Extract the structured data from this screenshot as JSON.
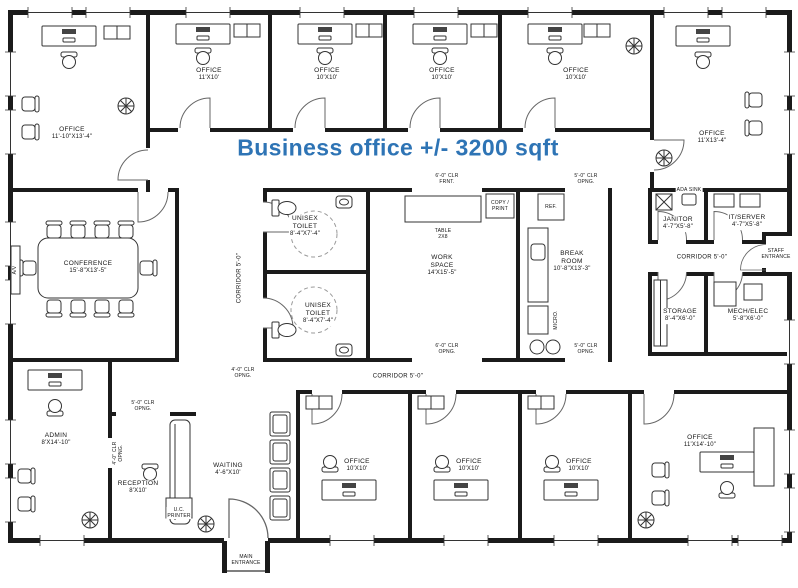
{
  "title": "Business office +/- 3200 sqft",
  "rooms": {
    "office_top_left": {
      "name": "OFFICE",
      "dims": "11'-10\"X13'-4\""
    },
    "office_top_1": {
      "name": "OFFICE",
      "dims": "11'X10'"
    },
    "office_top_2": {
      "name": "OFFICE",
      "dims": "10'X10'"
    },
    "office_top_3": {
      "name": "OFFICE",
      "dims": "10'X10'"
    },
    "office_top_4": {
      "name": "OFFICE",
      "dims": "10'X10'"
    },
    "office_top_right": {
      "name": "OFFICE",
      "dims": "11'X13'-4\""
    },
    "conference": {
      "name": "CONFERENCE",
      "dims": "15'-8\"X13'-5\""
    },
    "toilet_upper": {
      "name": "UNISEX\nTOILET",
      "dims": "8'-4\"X7'-4\""
    },
    "toilet_lower": {
      "name": "UNISEX\nTOILET",
      "dims": "8'-4\"X7'-4\""
    },
    "workspace": {
      "name": "WORK\nSPACE",
      "dims": "14'X15'-5\""
    },
    "breakroom": {
      "name": "BREAK\nROOM",
      "dims": "10'-8\"X13'-3\""
    },
    "janitor": {
      "name": "JANITOR",
      "dims": "4'-7\"X5'-8\""
    },
    "it_server": {
      "name": "IT/SERVER",
      "dims": "4'-7\"X5'-8\""
    },
    "storage": {
      "name": "STORAGE",
      "dims": "8'-4\"X6'-0\""
    },
    "mech_elec": {
      "name": "MECH/ELEC",
      "dims": "5'-8\"X6'-0\""
    },
    "admin": {
      "name": "ADMIN",
      "dims": "8'X14'-10\""
    },
    "reception": {
      "name": "RECEPTION",
      "dims": "8'X10'"
    },
    "waiting": {
      "name": "WAITING",
      "dims": "4'-6\"X10'"
    },
    "office_bottom_1": {
      "name": "OFFICE",
      "dims": "10'X10'"
    },
    "office_bottom_2": {
      "name": "OFFICE",
      "dims": "10'X10'"
    },
    "office_bottom_3": {
      "name": "OFFICE",
      "dims": "10'X10'"
    },
    "office_bottom_right": {
      "name": "OFFICE",
      "dims": "11'X14'-10\""
    }
  },
  "corridors": {
    "left": "CORRIDOR 5'-0\"",
    "bottom": "CORRIDOR 5'-0\"",
    "right": "CORRIDOR 5'-0\""
  },
  "clearances": {
    "work_front": "6'-0\" CLR\nFRNT.",
    "break_top": "5'-0\" CLR\nOPNG.",
    "work_bottom": "6'-0\" CLR\nOPNG.",
    "break_bottom": "5'-0\" CLR\nOPNG.",
    "reception_top": "5'-0\" CLR\nOPNG.",
    "admin_side": "4'-0\" CLR\nOPNG.",
    "corridor_junction": "4'-0\" CLR\nOPNG."
  },
  "fixtures": {
    "copy_print": "COPY /\nPRINT",
    "ref": "REF.",
    "table": "TABLE\n2X8",
    "micro": "MICRO.",
    "ada_sink": "ADA SINK",
    "uc_printer": "U.C.\nPRINTER",
    "av": "A/V"
  },
  "entrances": {
    "staff": "STAFF\nENTRANCE",
    "main": "MAIN\nENTRANCE"
  },
  "colors": {
    "title_blue": "#2e74b5",
    "wall": "#1b1b1b"
  }
}
